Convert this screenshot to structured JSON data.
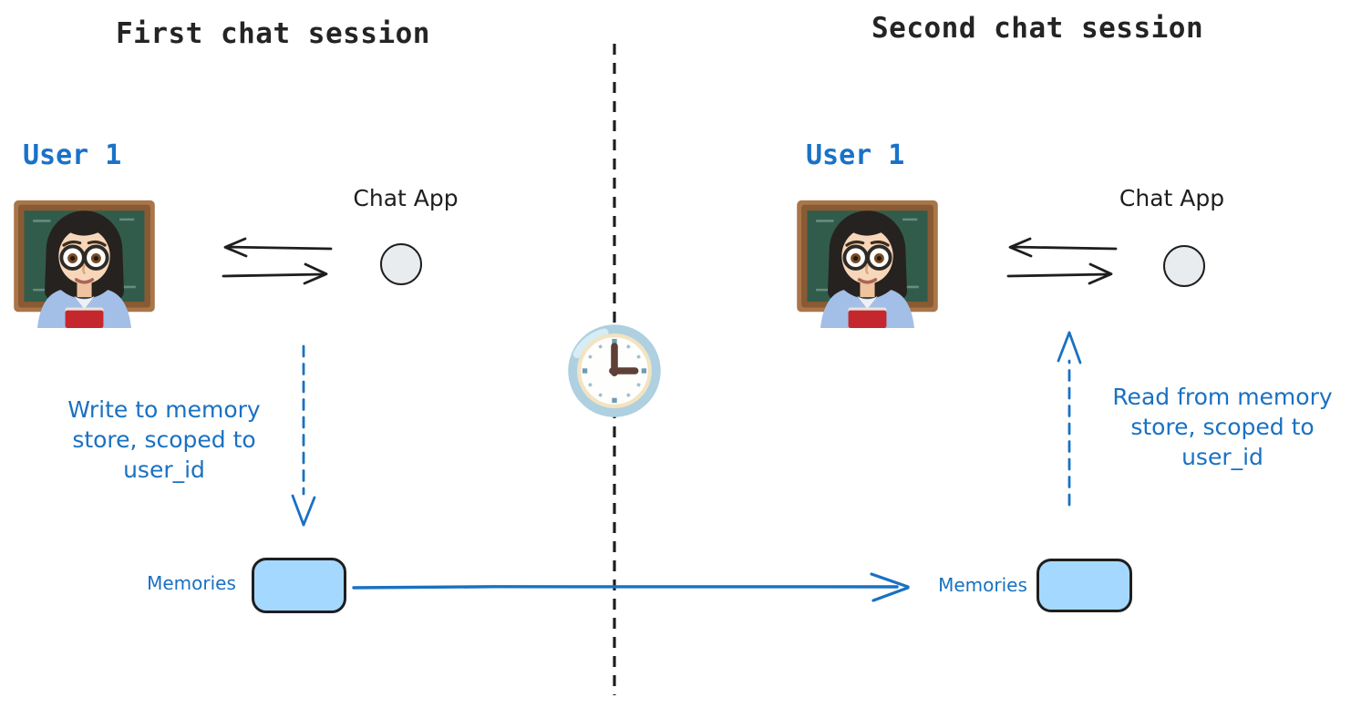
{
  "diagram": {
    "titles": {
      "first": "First chat session",
      "second": "Second chat session"
    },
    "left_session": {
      "user_label": "User 1",
      "app_label": "Chat App",
      "memories_label": "Memories",
      "annotation": {
        "line1": "Write to memory",
        "line2": "store, scoped to",
        "line3": "user_id"
      }
    },
    "right_session": {
      "user_label": "User 1",
      "app_label": "Chat App",
      "memories_label": "Memories",
      "annotation": {
        "line1": "Read from memory",
        "line2": "store, scoped to",
        "line3": "user_id"
      }
    },
    "icons": {
      "user": "woman-teacher-emoji",
      "app": "circle-node",
      "divider_time": "clock-three-oclock-emoji",
      "user_app_link": "bidirectional-exchange-arrows",
      "left_flow": "dashed-down-arrow",
      "right_flow": "dashed-up-arrow",
      "memory_flow": "solid-right-arrow"
    },
    "colors": {
      "annotation_blue": "#1971c2",
      "user_label_blue": "#1a72c8",
      "memory_box_fill": "#a5d8ff",
      "memory_box_border": "#1e1e1e",
      "app_circle_fill": "#e9ecef",
      "divider_ink": "#1e1e1e",
      "clock_body_blue": "#aed0e0"
    }
  }
}
